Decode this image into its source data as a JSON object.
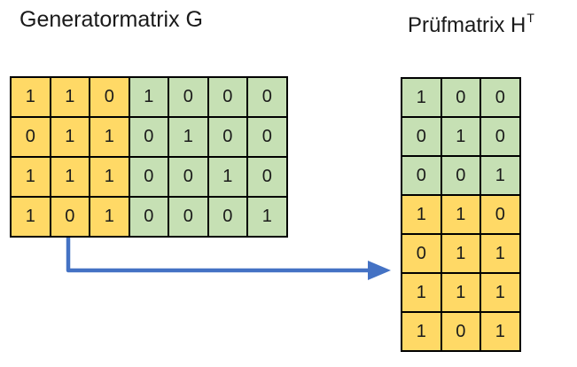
{
  "titles": {
    "generator": "Generatormatrix G",
    "pruefmatrix_base": "Prüfmatrix H",
    "pruefmatrix_superscript": "T"
  },
  "colors": {
    "background": "#FFFFFF",
    "text": "#1A1A1A",
    "cell_yellow": "#FFD966",
    "cell_green": "#C6E0B4",
    "grid_border": "#000000",
    "arrow": "#4472C4"
  },
  "matrices": {
    "generator": {
      "rows": [
        [
          1,
          1,
          0,
          1,
          0,
          0,
          0
        ],
        [
          0,
          1,
          1,
          0,
          1,
          0,
          0
        ],
        [
          1,
          1,
          1,
          0,
          0,
          1,
          0
        ],
        [
          1,
          0,
          1,
          0,
          0,
          0,
          1
        ]
      ],
      "fill": [
        "yyygggg",
        "yyygggg",
        "yyygggg",
        "yyygggg"
      ]
    },
    "pruefmatrix": {
      "rows": [
        [
          1,
          0,
          0
        ],
        [
          0,
          1,
          0
        ],
        [
          0,
          0,
          1
        ],
        [
          1,
          1,
          0
        ],
        [
          0,
          1,
          1
        ],
        [
          1,
          1,
          1
        ],
        [
          1,
          0,
          1
        ]
      ],
      "fill": [
        "ggg",
        "ggg",
        "ggg",
        "yyy",
        "yyy",
        "yyy",
        "yyy"
      ]
    }
  }
}
